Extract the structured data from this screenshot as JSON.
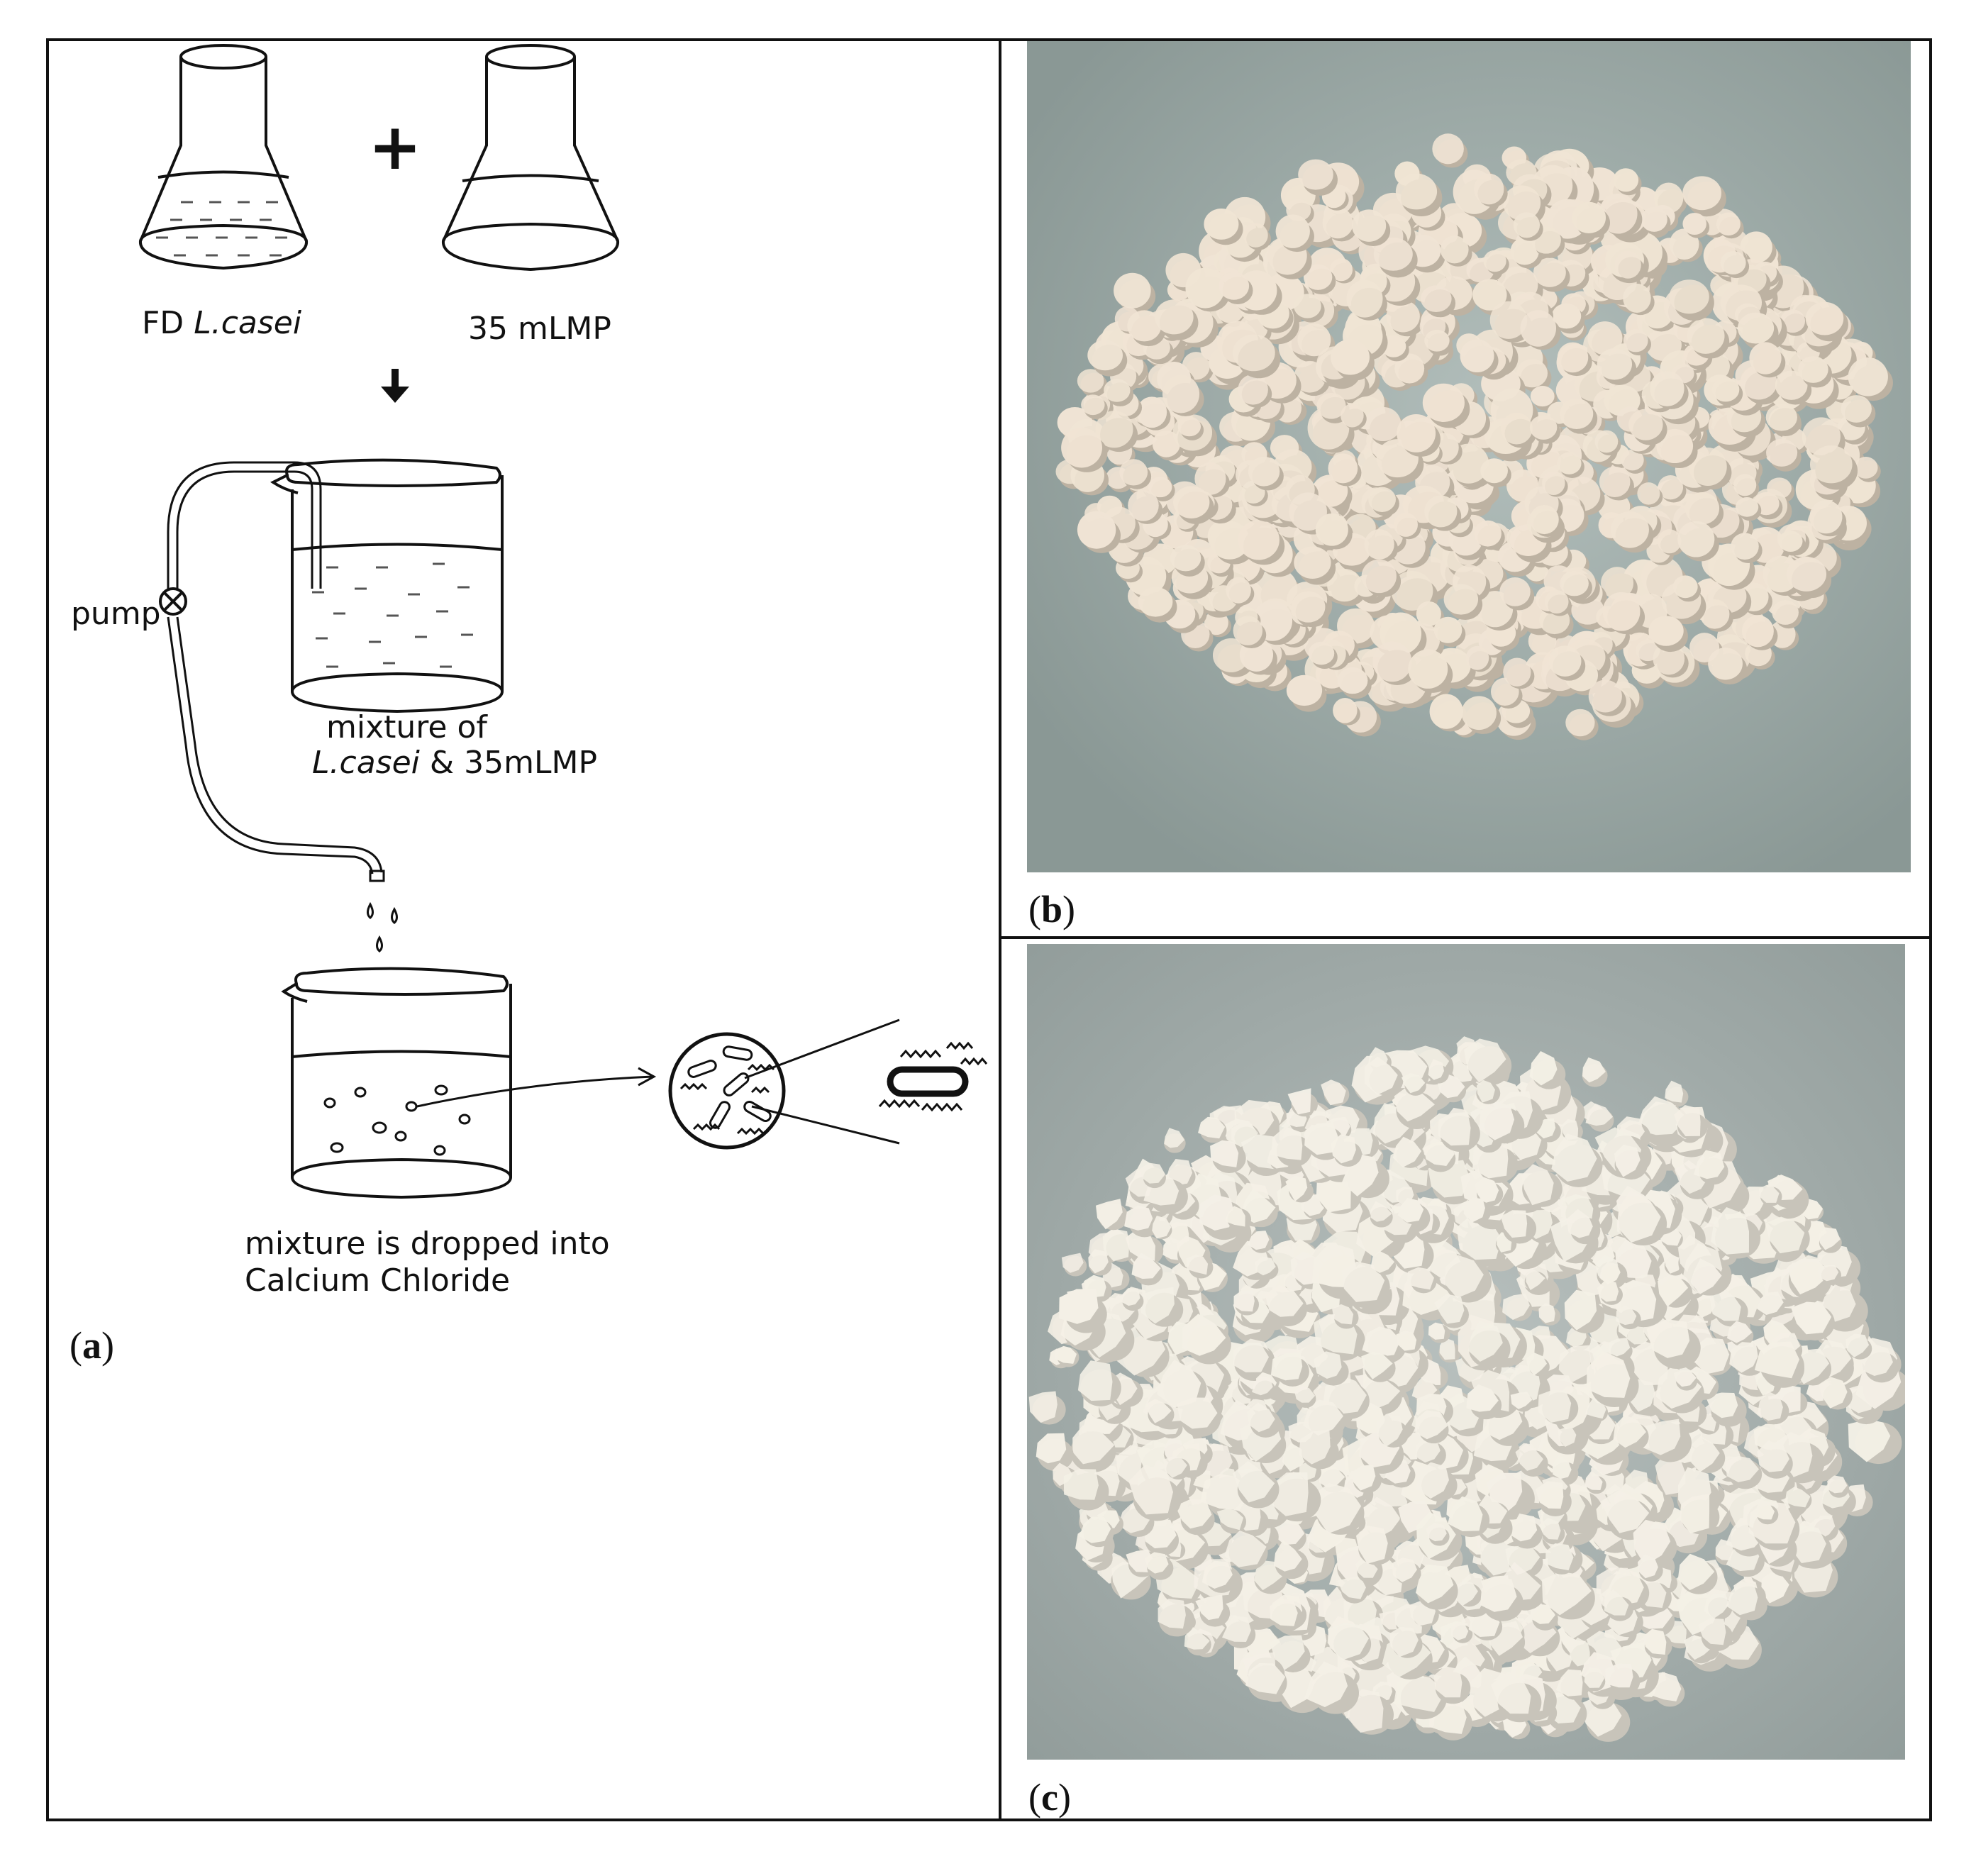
{
  "diagram": {
    "flask1_label_prefix": "FD ",
    "flask1_label_italic": "L.casei",
    "flask2_label": "35 mLMP",
    "plus_sign": "+",
    "pump_label": "pump",
    "mixture_label_line1": "mixture of",
    "mixture_label_italic": "L.casei",
    "mixture_label_rest": "& 35mLMP",
    "dropped_label_line1": "mixture is dropped into",
    "dropped_label_line2": "Calcium Chloride"
  },
  "panels": {
    "a": {
      "open": "(",
      "letter": "a",
      "close": ")"
    },
    "b": {
      "open": "(",
      "letter": "b",
      "close": ")"
    },
    "c": {
      "open": "(",
      "letter": "c",
      "close": ")"
    }
  },
  "colors": {
    "line": "#111111",
    "photo_b_background": "#9aa8a5",
    "photo_b_beads": "#f0e4d4",
    "photo_c_background": "#a4aeac",
    "photo_c_beads": "#f4f0e6"
  }
}
